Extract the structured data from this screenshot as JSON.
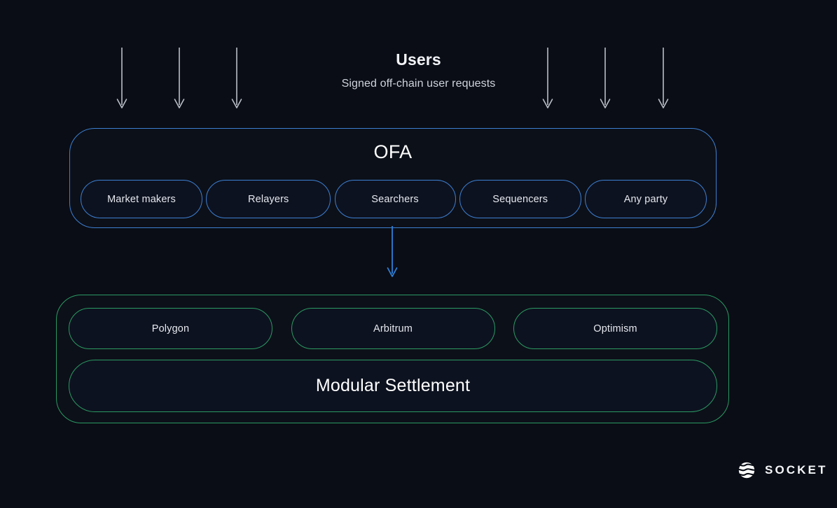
{
  "background_color": "#0a0d15",
  "header": {
    "title": "Users",
    "subtitle": "Signed off-chain user requests"
  },
  "colors": {
    "accent_blue": "#3d7fd1",
    "accent_green": "#2b9a63",
    "arrow_gray": "#b9bec7",
    "text_primary": "#ffffff",
    "text_secondary": "#cfd4dd"
  },
  "user_arrows": {
    "count": 6,
    "positions_x": [
      173,
      255,
      337,
      781,
      863,
      946
    ],
    "color": "#b9bec7"
  },
  "connector_arrow": {
    "color": "#3d7fd1",
    "from": "ofa",
    "to": "settlement"
  },
  "ofa": {
    "title": "OFA",
    "border_color": "#3d7fd1",
    "participants": [
      {
        "label": "Market makers"
      },
      {
        "label": "Relayers"
      },
      {
        "label": "Searchers"
      },
      {
        "label": "Sequencers"
      },
      {
        "label": "Any party"
      }
    ]
  },
  "settlement": {
    "border_color": "#2b9a63",
    "chains": [
      {
        "label": "Polygon"
      },
      {
        "label": "Arbitrum"
      },
      {
        "label": "Optimism"
      }
    ],
    "title": "Modular Settlement"
  },
  "brand": {
    "name": "SOCKET",
    "mark": "socket-sphere-icon"
  }
}
